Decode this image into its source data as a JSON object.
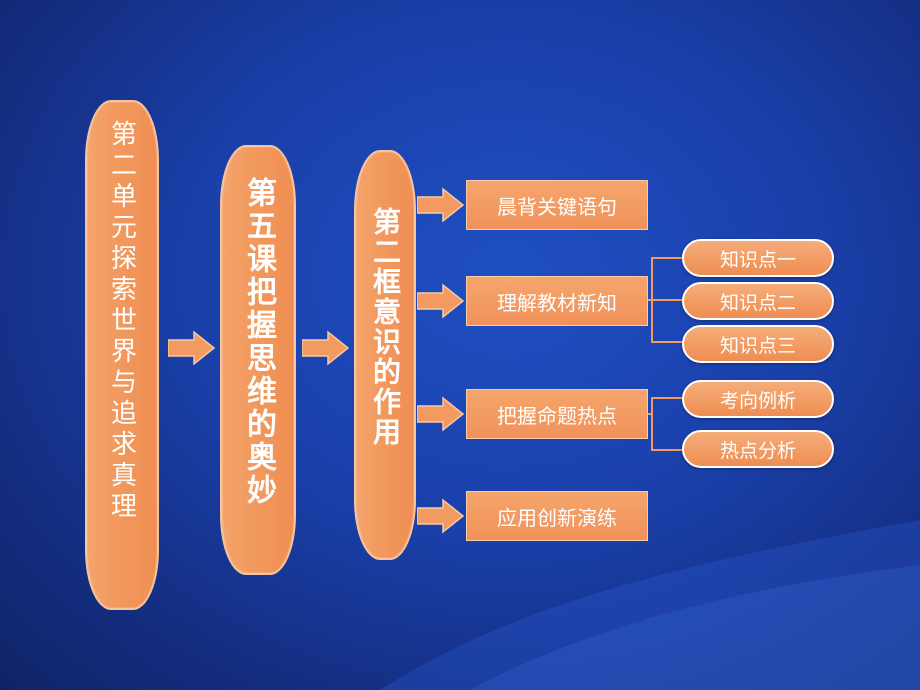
{
  "diagram": {
    "column1": "第二单元探索世界与追求真理",
    "column2": "第五课把握思维的奥妙",
    "column3": "第二框意识的作用",
    "sections": [
      "晨背关键语句",
      "理解教材新知",
      "把握命题热点",
      "应用创新演练"
    ],
    "knowledge_points": [
      "知识点一",
      "知识点二",
      "知识点三"
    ],
    "hotspot_items": [
      "考向例析",
      "热点分析"
    ],
    "colors": {
      "background": "#1a3fa8",
      "box_fill": "#f29a5f",
      "text": "#ffffff"
    }
  }
}
